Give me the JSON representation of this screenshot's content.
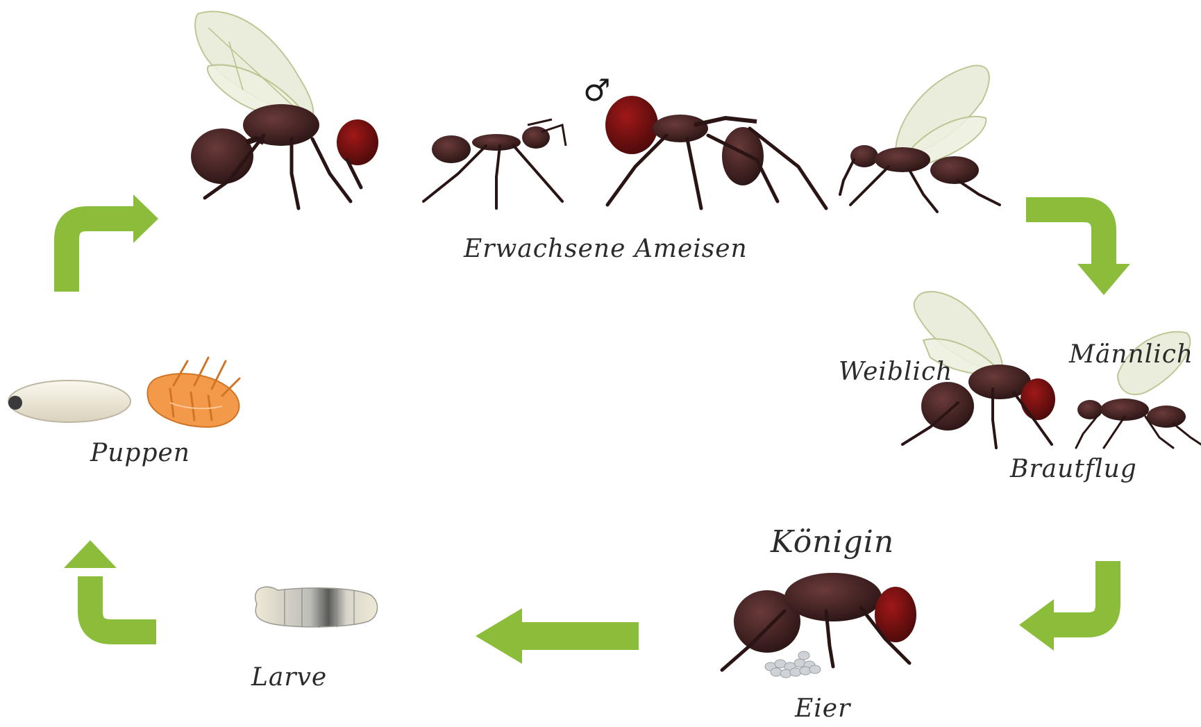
{
  "diagram": {
    "labels": {
      "adults": "Erwachsene Ameisen",
      "female": "Weiblich",
      "male": "Männlich",
      "nuptial_flight": "Brautflug",
      "queen": "Königin",
      "eggs": "Eier",
      "larva": "Larve",
      "pupae": "Puppen"
    },
    "symbols": {
      "male_symbol": "♂"
    },
    "colors": {
      "arrow": "#8cbd3a",
      "ant_body": "#3a1f1f",
      "ant_head_red": "#7a1212",
      "wing": "#e8ecd8",
      "wing_vein": "#b9c08a",
      "pupa_cocoon": "#ede8d8",
      "pupa_orange": "#f29a4a",
      "larva": "#d9d6c8",
      "egg": "#cfd2d6"
    },
    "icons": [
      "ant-winged-female-icon",
      "ant-worker-icon",
      "ant-soldier-icon",
      "ant-winged-male-icon",
      "queen-ant-icon",
      "egg-cluster-icon",
      "larva-icon",
      "cocoon-icon",
      "pupa-icon",
      "arrow-icon"
    ]
  }
}
